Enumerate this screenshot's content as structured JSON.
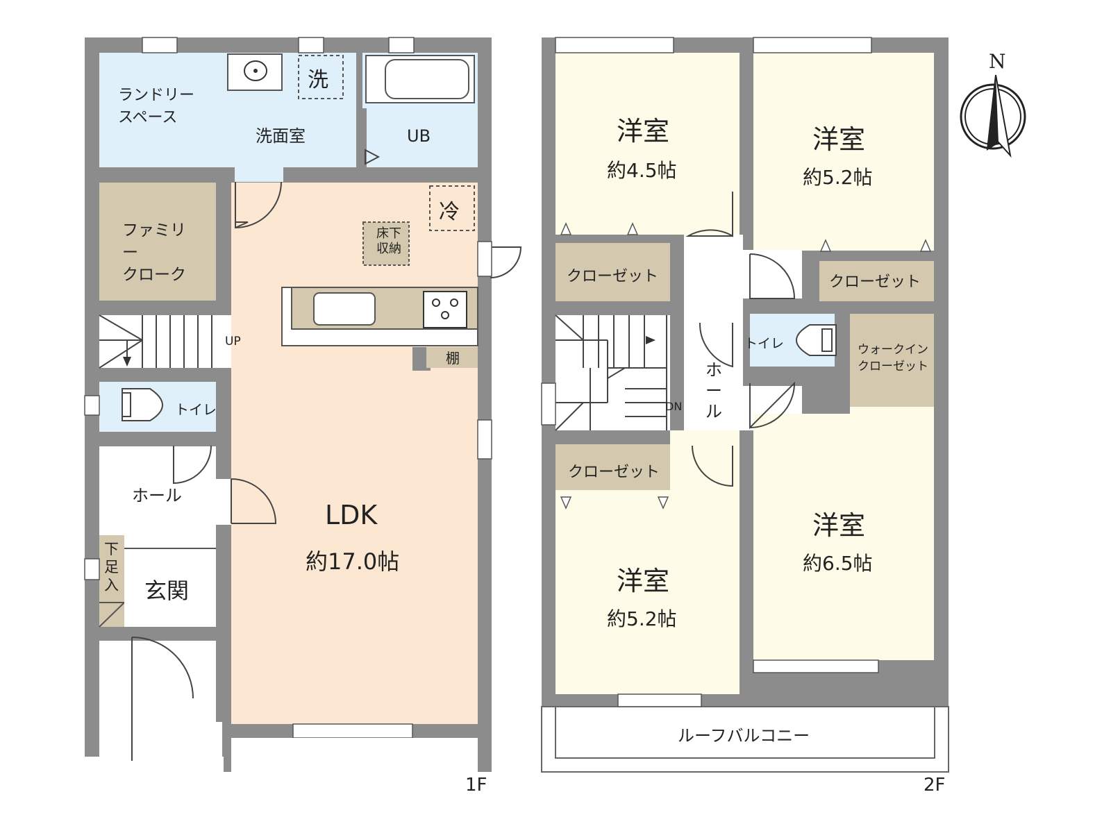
{
  "floors": {
    "first": {
      "label": "1F",
      "rooms": {
        "laundry": "ランドリー\nスペース",
        "washroom": "洗面室",
        "washer_mark": "洗",
        "bath": "UB",
        "family_cloak": "ファミリー\nクローク",
        "fridge_mark": "冷",
        "underfloor": "床下\n収納",
        "ldk_name": "LDK",
        "ldk_size": "約17.0帖",
        "shelf": "棚",
        "stairs_up": "UP",
        "toilet": "トイレ",
        "hall": "ホール",
        "shoe_box": "下足入",
        "entrance": "玄関"
      }
    },
    "second": {
      "label": "2F",
      "rooms": {
        "western_a_name": "洋室",
        "western_a_size": "約4.5帖",
        "western_b_name": "洋室",
        "western_b_size": "約5.2帖",
        "western_c_name": "洋室",
        "western_c_size": "約5.2帖",
        "western_d_name": "洋室",
        "western_d_size": "約6.5帖",
        "closet_a": "クローゼット",
        "closet_b": "クローゼット",
        "closet_c": "クローゼット",
        "walk_in": "ウォークイン\nクローゼット",
        "toilet": "トイレ",
        "hall": "ホ\nー\nル",
        "stairs_down": "DN",
        "balcony": "ルーフバルコニー"
      }
    }
  },
  "compass": {
    "north_label": "N"
  },
  "colors": {
    "wall": "#8c8c8c",
    "wet_area": "#dff0fa",
    "ldk_floor": "#fce8d2",
    "storage": "#d4c9ae",
    "bedroom": "#fefbe8",
    "white": "#ffffff",
    "outline": "#555555"
  }
}
